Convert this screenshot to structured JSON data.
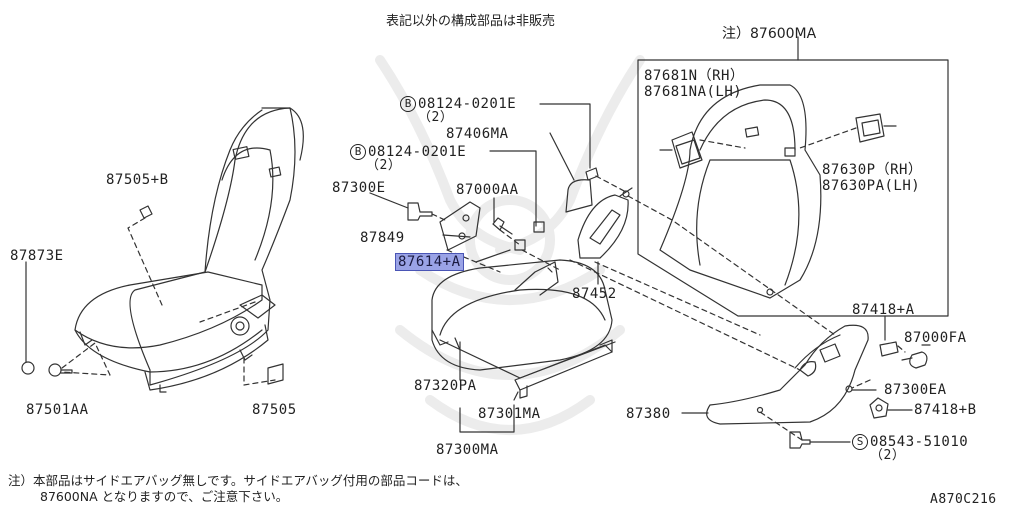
{
  "header": {
    "note": "表記以外の構成部品は非販売"
  },
  "kit_box": {
    "label": "注）87600MA",
    "airbag_covers_rh": "87681N（RH）",
    "airbag_covers_lh": "87681NA(LH)",
    "trim_rh": "87630P（RH）",
    "trim_lh": "87630PA(LH)"
  },
  "parts": {
    "bolt_a_code": "08124-0201E",
    "bolt_a_qty": "（2）",
    "bolt_b_code": "08124-0201E",
    "bolt_b_qty": "（2）",
    "bolt_circle_letter": "B",
    "p87406MA": "87406MA",
    "p87300E": "87300E",
    "p87000AA": "87000AA",
    "p87849": "87849",
    "p87614A": "87614+A",
    "p87452": "87452",
    "p87505B": "87505+B",
    "p87873E": "87873E",
    "p87501AA": "87501AA",
    "p87505": "87505",
    "p87320PA": "87320PA",
    "p87301MA": "87301MA",
    "p87300MA": "87300MA",
    "p87418A": "87418+A",
    "p87000FA": "87000FA",
    "p87300EA": "87300EA",
    "p87380": "87380",
    "p87418B": "87418+B",
    "screw_circle_letter": "S",
    "screw_code": "08543-51010",
    "screw_qty": "（2）"
  },
  "footer": {
    "note_line1": "注）本部品はサイドエアバッグ無しです。サイドエアバッグ付用の部品コードは、",
    "note_line2": "87600NA となりますので、ご注意下さい。",
    "diagram_code": "A870C216"
  }
}
